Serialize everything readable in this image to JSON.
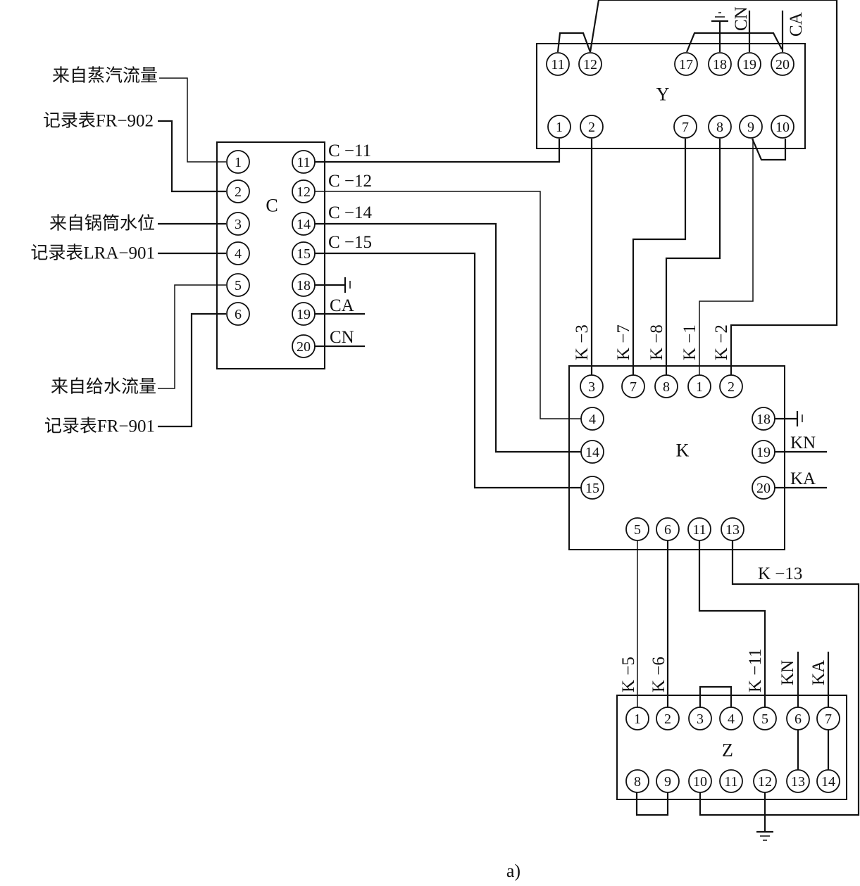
{
  "figure": {
    "caption": "a)",
    "colors": {
      "ink": "#111111",
      "background": "#ffffff"
    }
  },
  "sources": [
    {
      "id": "steam-flow",
      "label": "来自蒸汽流量",
      "terminal": "C-1"
    },
    {
      "id": "recorder-fr902",
      "label": "记录表FR−902",
      "terminal": "C-2"
    },
    {
      "id": "drum-level",
      "label": "来自锅筒水位",
      "terminal": "C-3"
    },
    {
      "id": "recorder-lra901",
      "label": "记录表LRA−901",
      "terminal": "C-4"
    },
    {
      "id": "feedwater-flow",
      "label": "来自给水流量",
      "terminal": "C-5"
    },
    {
      "id": "recorder-fr901",
      "label": "记录表FR−901",
      "terminal": "C-6"
    }
  ],
  "devices": {
    "C": {
      "name": "C",
      "left_terminals": [
        "1",
        "2",
        "3",
        "4",
        "5",
        "6"
      ],
      "right_terminals": [
        "11",
        "12",
        "14",
        "15",
        "18",
        "19",
        "20"
      ],
      "wire_labels": {
        "11": "C −11",
        "12": "C −12",
        "14": "C −14",
        "15": "C −15",
        "19": "CA",
        "20": "CN"
      }
    },
    "Y": {
      "name": "Y",
      "top_terminals": [
        "11",
        "12",
        "17",
        "18",
        "19",
        "20"
      ],
      "bottom_terminals": [
        "1",
        "2",
        "7",
        "8",
        "9",
        "10"
      ],
      "top_labels": {
        "19": "CN",
        "20": "CA"
      }
    },
    "K": {
      "name": "K",
      "top_terminals": [
        "3",
        "7",
        "8",
        "1",
        "2"
      ],
      "top_labels": [
        "K −3",
        "K −7",
        "K −8",
        "K −1",
        "K −2"
      ],
      "left_terminals": [
        "4",
        "14",
        "15"
      ],
      "right_terminals": [
        "18",
        "19",
        "20"
      ],
      "right_labels": {
        "19": "KN",
        "20": "KA"
      },
      "bottom_terminals": [
        "5",
        "6",
        "11",
        "13"
      ],
      "bottom_wire_label": "K −13"
    },
    "Z": {
      "name": "Z",
      "top_terminals": [
        "1",
        "2",
        "3",
        "4",
        "5",
        "6",
        "7"
      ],
      "top_labels": {
        "1": "K −5",
        "2": "K −6",
        "5": "K −11",
        "6": "KN",
        "7": "KA"
      },
      "bottom_terminals": [
        "8",
        "9",
        "10",
        "11",
        "12",
        "13",
        "14"
      ]
    }
  },
  "connections": [
    {
      "from": "C-11",
      "to": "Y-1",
      "label": "C −11"
    },
    {
      "from": "C-12",
      "to": "K-4",
      "label": "C −12"
    },
    {
      "from": "C-14",
      "to": "K-14",
      "label": "C −14"
    },
    {
      "from": "C-15",
      "to": "K-15",
      "label": "C −15"
    },
    {
      "from": "Y-2",
      "to": "K-3",
      "label": "K −3"
    },
    {
      "from": "Y-7",
      "to": "K-7",
      "label": "K −7"
    },
    {
      "from": "Y-8",
      "to": "K-8",
      "label": "K −8"
    },
    {
      "from": "Y-9",
      "to": "K-1",
      "label": "K −1"
    },
    {
      "from": "Y-12",
      "to": "K-2",
      "label": "K −2"
    },
    {
      "from": "Y-11",
      "to": "Y-12",
      "label": ""
    },
    {
      "from": "Y-17",
      "to": "Y-20",
      "label": ""
    },
    {
      "from": "Y-9",
      "to": "Y-10",
      "label": ""
    },
    {
      "from": "K-5",
      "to": "Z-1",
      "label": "K −5"
    },
    {
      "from": "K-6",
      "to": "Z-2",
      "label": "K −6"
    },
    {
      "from": "K-11",
      "to": "Z-5",
      "label": "K −11"
    },
    {
      "from": "K-13",
      "to": "Z-10",
      "label": "K −13"
    },
    {
      "from": "Z-3",
      "to": "Z-4",
      "label": ""
    },
    {
      "from": "Z-6",
      "to": "Z-13",
      "label": ""
    },
    {
      "from": "Z-7",
      "to": "Z-14",
      "label": ""
    },
    {
      "from": "Z-8",
      "to": "Z-9",
      "label": ""
    },
    {
      "from": "Z-12",
      "to": "ground",
      "label": ""
    }
  ]
}
